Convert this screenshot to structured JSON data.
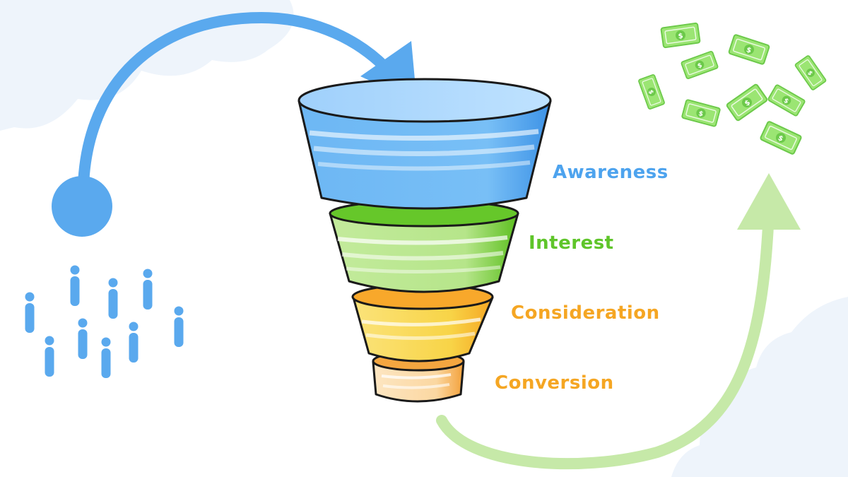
{
  "funnel": {
    "stages": [
      {
        "label": "Awareness",
        "color": "#4da3ee"
      },
      {
        "label": "Interest",
        "color": "#5fc52a"
      },
      {
        "label": "Consideration",
        "color": "#f5a623"
      },
      {
        "label": "Conversion",
        "color": "#f5a623"
      }
    ],
    "colors": {
      "awareness_fill": "#5aaaf0",
      "interest_fill": "#9ad85c",
      "consideration_fill": "#f7c62e",
      "conversion_fill": "#fcd8a0",
      "outline": "#1a1a1a"
    }
  },
  "icons": {
    "audience": "person-icon",
    "money": "dollar-bill-icon",
    "entry_arrow": "curved-arrow-icon",
    "revenue_arrow": "curved-arrow-icon"
  },
  "accent_colors": {
    "blue_arrow": "#5aa9ee",
    "green_arrow": "#c6e9a8",
    "money_green": "#7fd857",
    "background_cloud": "#eef4fb"
  }
}
